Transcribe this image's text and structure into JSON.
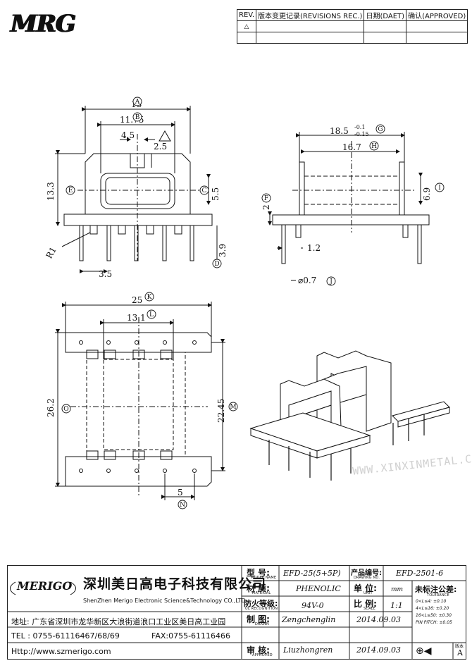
{
  "header": {
    "logo": "MRG",
    "rev_label": "REV.",
    "rev_col": "版本变更记录(REVISIONS REC.)",
    "date_col": "日期(DAET)",
    "approve_col": "确认(APPROVED)"
  },
  "dimensions": {
    "top_view": {
      "w18": "18",
      "w1175": "11.75",
      "w45": "4.5",
      "w25": "2.5",
      "h133": "13.3",
      "h55": "5.5",
      "h39": "3.9",
      "p35": "3.5",
      "r1": "R1"
    },
    "side_view": {
      "w185": "18.5",
      "tol_plus": "-0.1",
      "tol_minus": "-0.15",
      "w167": "16.7",
      "h69": "6.9",
      "h2": "2",
      "p12": "1.2",
      "pin_d": "⌀0.7"
    },
    "bottom_view": {
      "w25": "25",
      "w131": "13.1",
      "h262": "26.2",
      "h2245": "22.45",
      "p5": "5"
    },
    "markers": [
      "A",
      "B",
      "C",
      "D",
      "E",
      "F",
      "G",
      "H",
      "I",
      "J",
      "K",
      "L",
      "M",
      "N",
      "O"
    ]
  },
  "title_block": {
    "company_logo": "MERIGO",
    "company_cn": "深圳美日高电子科技有限公司",
    "company_en": "ShenZhen Merigo Electronic Science&Technology CO.,LTD",
    "address": "地址: 广东省深圳市龙华新区大浪街道浪口工业区美日高工业园",
    "tel": "TEL : 0755-61116467/68/69",
    "fax": "FAX:0755-61116466",
    "http": "Http://www.szmerigo.com",
    "model_label": "型 号:",
    "model_sub": "MODEL NAME",
    "model_value": "EFD-25(5+5P)",
    "drawing_label": "产品编号:",
    "drawing_sub": "DRAWING NO.",
    "drawing_value": "EFD-2501-6",
    "material_label": "材 质:",
    "material_sub": "MATERIAL",
    "material_value": "PHENOLIC",
    "unit_label": "单 位:",
    "unit_sub": "UNIT",
    "unit_value": "mm",
    "ul_label": "防火等级:",
    "ul_sub": "UL RECOGNITION",
    "ul_value": "94V-0",
    "scale_label": "比 例:",
    "scale_sub": "SCALE",
    "scale_value": "1:1",
    "drawn_label": "制 图:",
    "drawn_sub": "DRAWN",
    "drawn_value": "Zengchenglin",
    "drawn_date": "2014.09.03",
    "approved_label": "审 核:",
    "approved_sub": "APPROVED",
    "approved_value": "Liuzhongren",
    "approved_date": "2014.09.03",
    "tolerance_title": "未标注公差:",
    "tolerance_sub": "TOLERANCE",
    "tolerance_rows": [
      "0<L≤4: ±0.10",
      "4<L≤16: ±0.20",
      "16<L≤50: ±0.30",
      "PIN PITCH: ±0.05"
    ],
    "version_label": "版本",
    "version_value": "A"
  },
  "watermark": "WWW.XINXINMETAL.COM"
}
